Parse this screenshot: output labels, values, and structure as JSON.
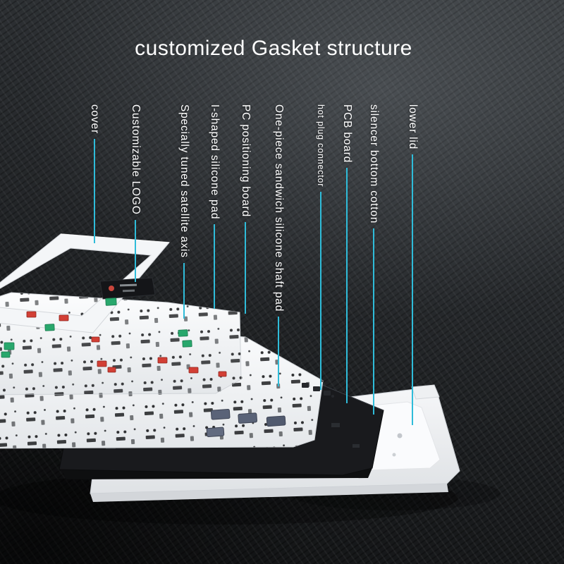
{
  "title": "customized Gasket structure",
  "colors": {
    "accent": "#2fbcd9",
    "label": "#ffffff",
    "part-white": "#f3f4f6",
    "part-dark": "#191a1d",
    "switch-red": "#d23f35",
    "switch-green": "#28a76c"
  },
  "callouts": [
    {
      "id": "cover",
      "text": "cover"
    },
    {
      "id": "customizable-logo",
      "text": "Customizable LOGO"
    },
    {
      "id": "satellite-axis",
      "text": "Specially tuned satellite axis"
    },
    {
      "id": "i-shaped-silicone-pad",
      "text": "I-shaped silicone pad"
    },
    {
      "id": "pc-positioning-board",
      "text": "PC positioning board"
    },
    {
      "id": "sandwich-silicone-shaft-pad",
      "text": "One-piece sandwich silicone shaft pad"
    },
    {
      "id": "hot-plug-connector",
      "text": "hot plug connector"
    },
    {
      "id": "pcb-board",
      "text": "PCB board"
    },
    {
      "id": "silencer-bottom-cotton",
      "text": "silencer bottom cotton"
    },
    {
      "id": "lower-lid",
      "text": "lower lid"
    }
  ]
}
